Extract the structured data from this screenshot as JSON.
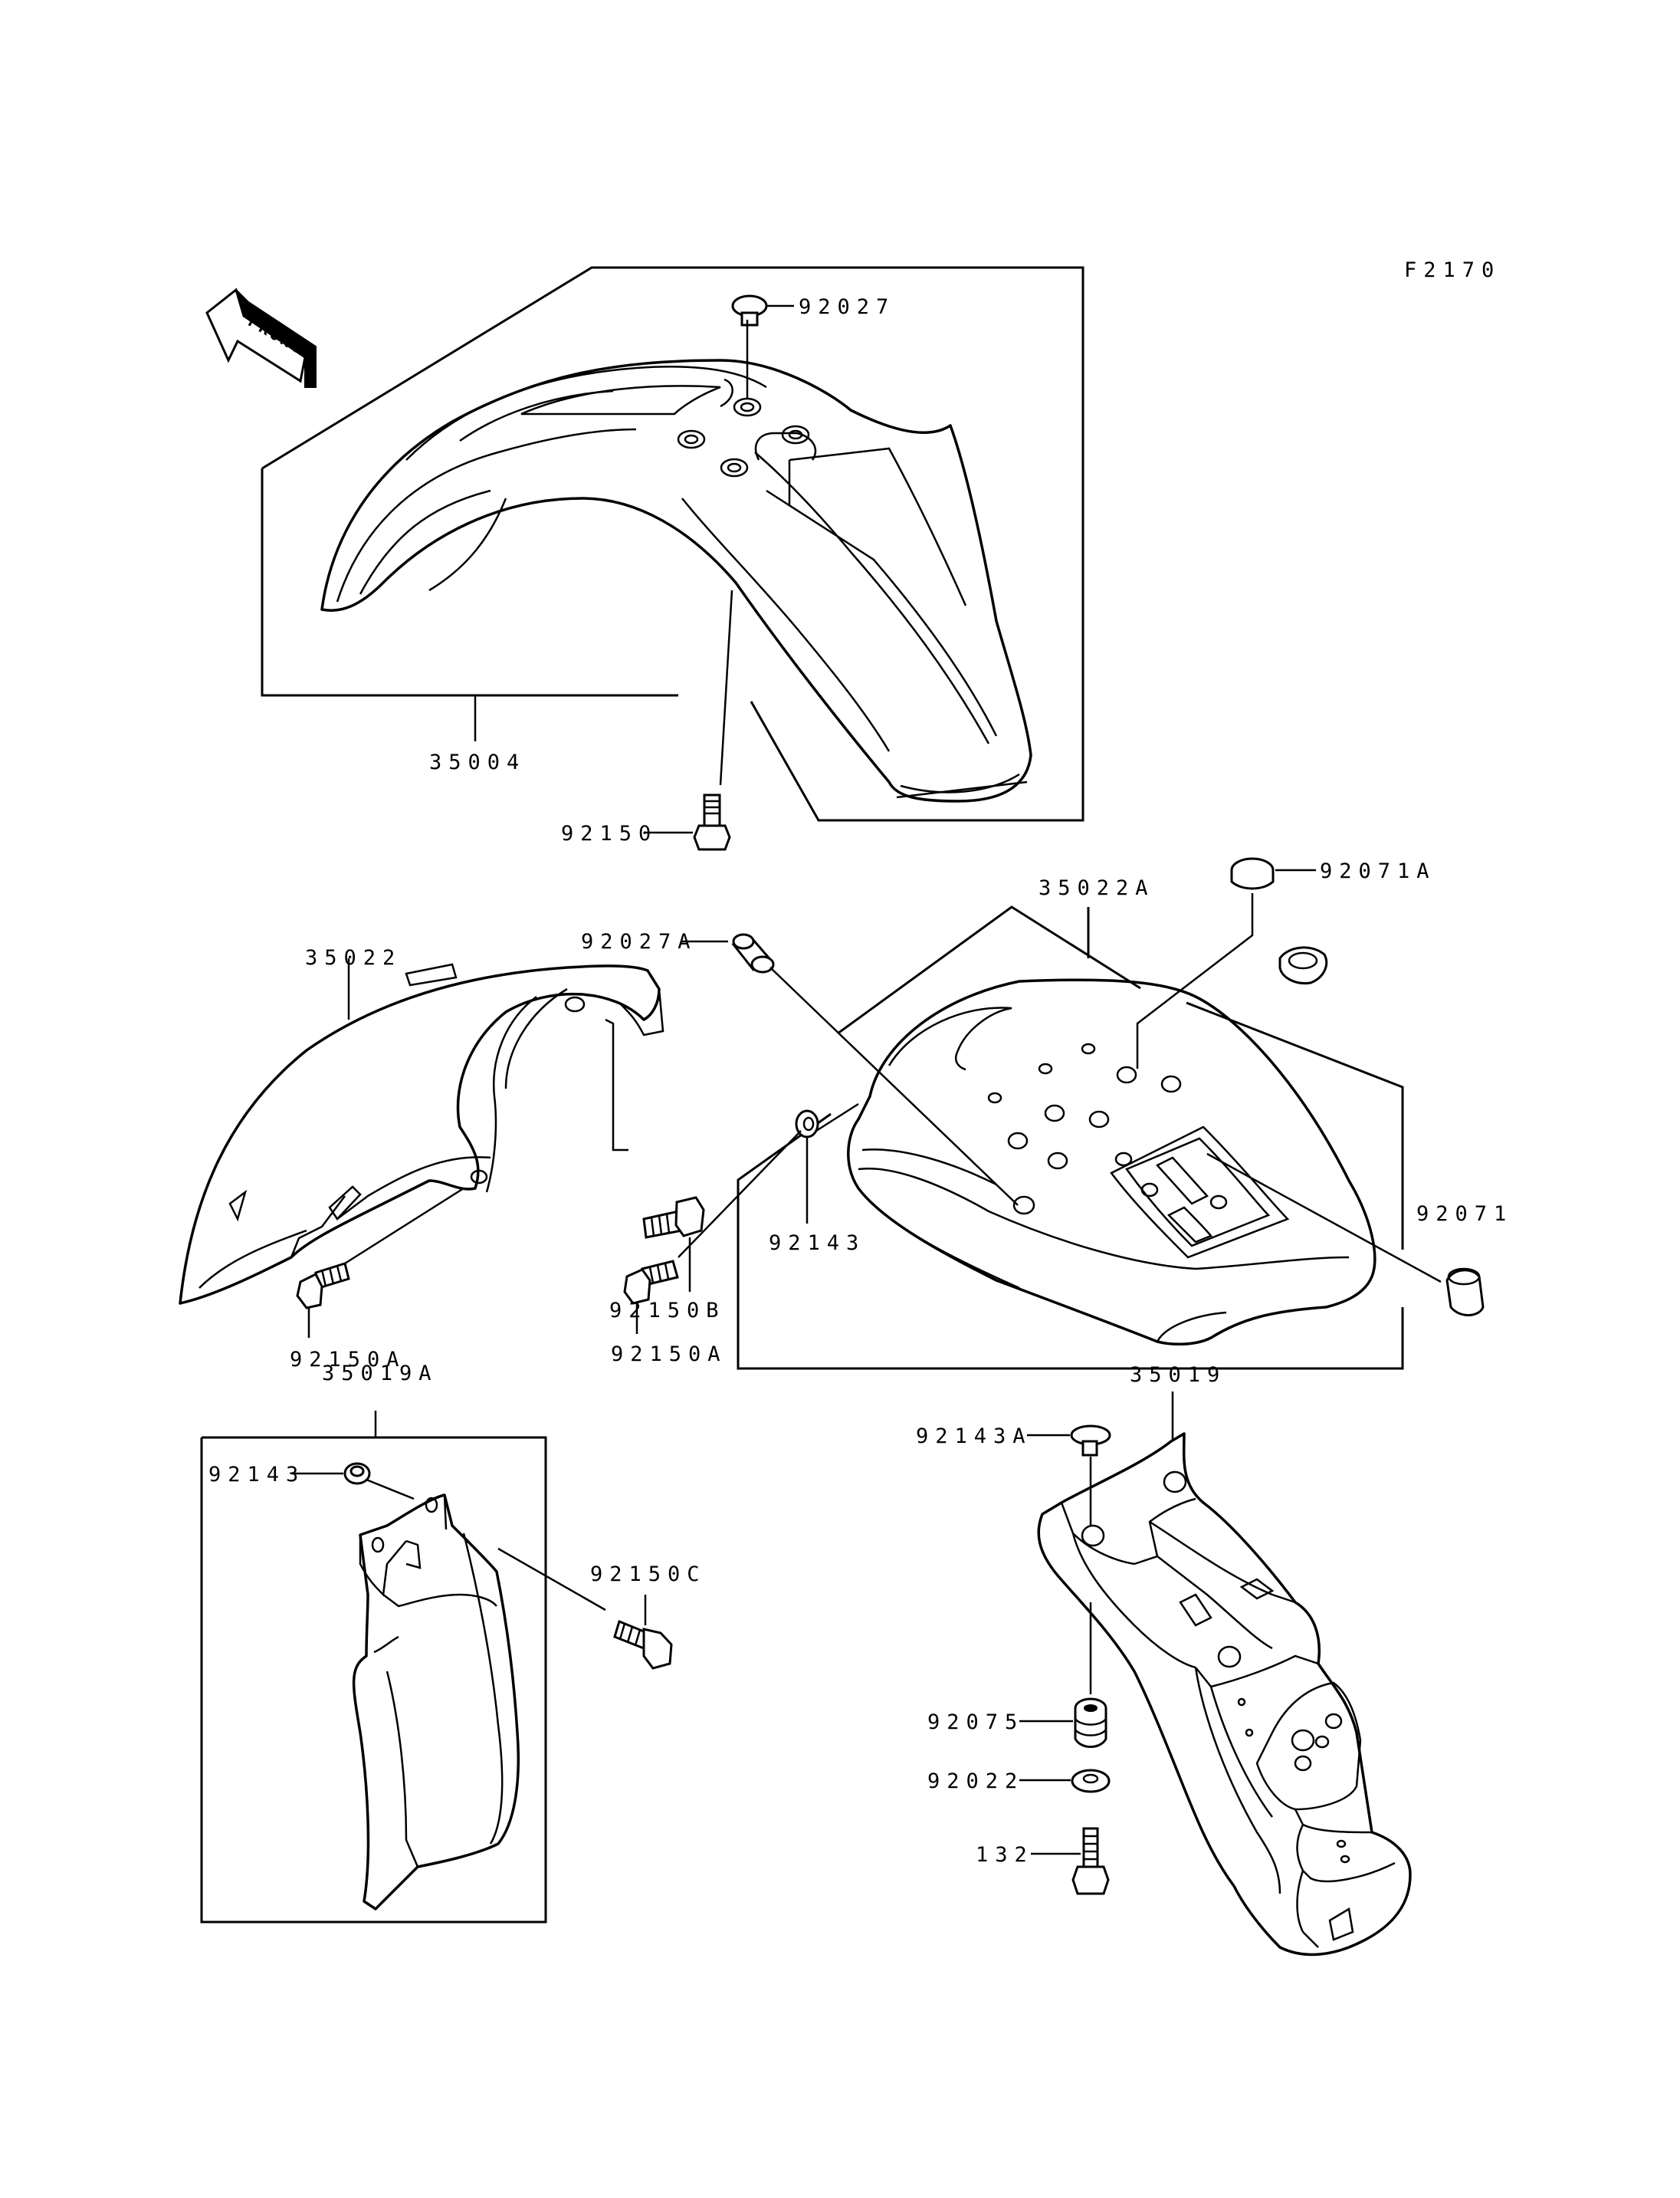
{
  "figure_code": "F2170",
  "front_label": "FRONT",
  "parts": {
    "p35004": "35004",
    "p92027": "92027",
    "p92150": "92150",
    "p35022": "35022",
    "p92150B": "92150B",
    "p92150A_left": "92150A",
    "p92027A": "92027A",
    "p35022A": "35022A",
    "p92071A": "92071A",
    "p92143_center": "92143",
    "p92150A_center": "92150A",
    "p92071": "92071",
    "p35019A": "35019A",
    "p92143_left": "92143",
    "p92150C": "92150C",
    "p35019": "35019",
    "p92143A": "92143A",
    "p92075": "92075",
    "p92022": "92022",
    "p132": "132"
  }
}
